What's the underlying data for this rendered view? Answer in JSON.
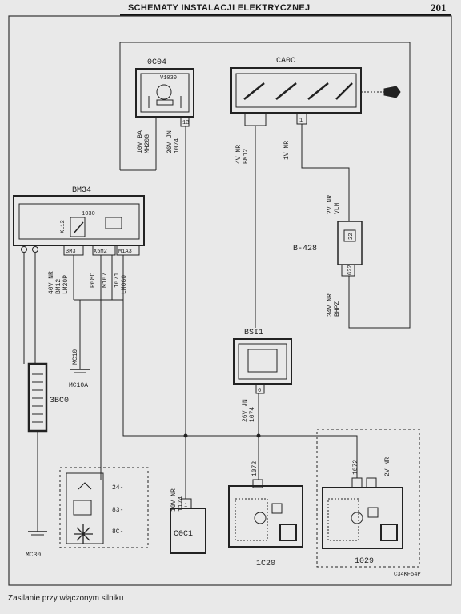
{
  "header": {
    "title": "SCHEMATY INSTALACJI ELEKTRYCZNEJ",
    "page_number": "201"
  },
  "components": {
    "oc04": {
      "id": "0C04",
      "part": "V1030"
    },
    "cadc": {
      "id": "CA0C"
    },
    "bm34": {
      "id": "BM34",
      "part": "1030"
    },
    "b428": {
      "id": "B-428",
      "pin": "22"
    },
    "bsi1": {
      "id": "BSI1"
    },
    "bbc0": {
      "id": "3BC0"
    },
    "coc1": {
      "id": "C0C1"
    },
    "m1020": {
      "id": "1C20"
    },
    "m1029": {
      "id": "1029"
    },
    "mc10a": {
      "id": "MC10A"
    },
    "mc10": {
      "id": "MC10"
    },
    "mc30": {
      "id": "MC30"
    }
  },
  "wire_labels": {
    "oc04_left": [
      "10V BA",
      "MH20G"
    ],
    "oc04_mid": [
      "26V JN",
      "1074"
    ],
    "oc04_pin": "13",
    "cadc_left": [
      "4V NR",
      "BM12"
    ],
    "cadc_right": "1V NR",
    "cadc_pin_right": "1",
    "b428_top": [
      "2V NR",
      "VLM"
    ],
    "b428_bottom": [
      "34V NR",
      "BHPZ"
    ],
    "b428_connector": "G22",
    "bm34_pins": [
      "3M3",
      "X5M2",
      "M1A3"
    ],
    "bm34_inner_left": "XL12",
    "bm34_w1": [
      "40V NR",
      "BM12",
      "LM20P"
    ],
    "bm34_w2": [
      "P08C"
    ],
    "bm34_w3": [
      "M107"
    ],
    "bm34_w4": [
      "1071",
      "LM0G0"
    ],
    "bsi1_wire": [
      "26V JN",
      "1074"
    ],
    "bsi1_pin": "6",
    "coc1_wire": [
      "10V NR",
      "1174"
    ],
    "coc1_pin": "1",
    "m1020_wire": "1072",
    "m1029_wire1": "1072",
    "m1029_wire2": "2V NR",
    "switch_positions": [
      "24-",
      "83-",
      "8C-"
    ],
    "ref_code": "C34KF54P"
  },
  "caption": "Zasilanie przy włączonym silniku"
}
